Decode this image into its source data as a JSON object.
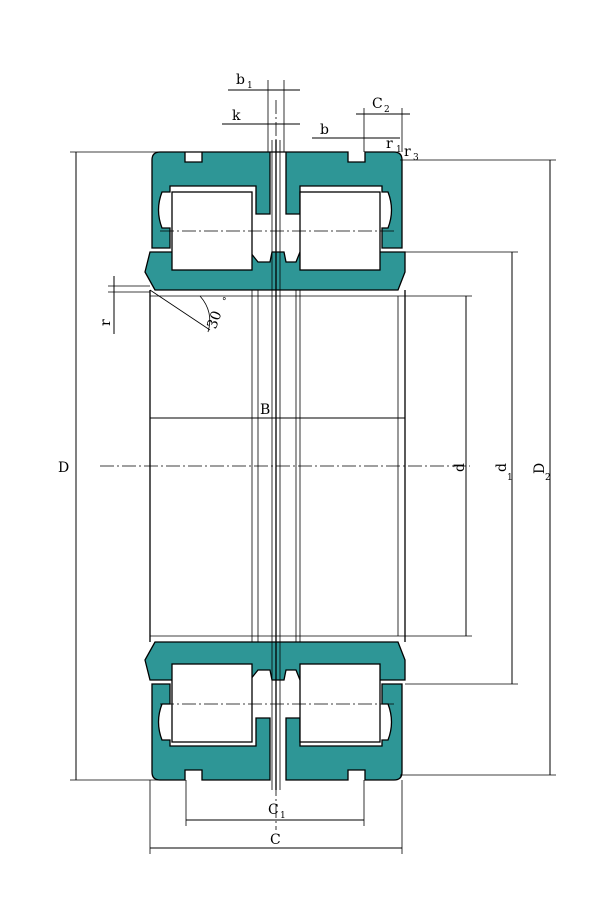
{
  "colors": {
    "ring": "#2e9696",
    "line": "#000000",
    "background": "#ffffff"
  },
  "labels": {
    "D": "D",
    "B": "B",
    "d": "d",
    "d1": "d",
    "d1_sub": "1",
    "D2": "D",
    "D2_sub": "2",
    "C": "C",
    "C1": "C",
    "C1_sub": "1",
    "C2": "C",
    "C2_sub": "2",
    "b": "b",
    "b1": "b",
    "b1_sub": "1",
    "k": "k",
    "r": "r",
    "r1": "r",
    "r1_sub": "1",
    "r3": "r",
    "r3_sub": "3",
    "angle": "30",
    "angle_unit": "°"
  }
}
